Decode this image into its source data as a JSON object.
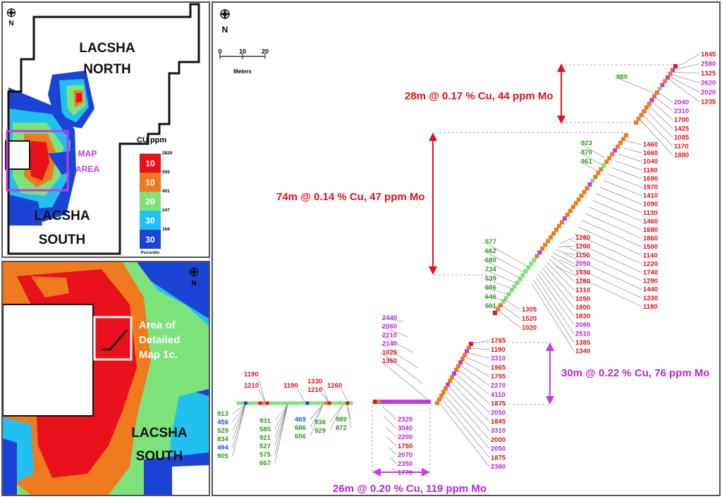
{
  "colors": {
    "red": "#e8101a",
    "orange": "#f07a1e",
    "green": "#7ee27a",
    "lightblue": "#20c0f0",
    "blue": "#1b44d6",
    "purple": "#c838e6",
    "label_red": "#e0101a",
    "label_purple": "#b428d8",
    "label_green": "#2e9a1e",
    "label_blue": "#1a5ad8"
  },
  "north_label": "N",
  "panel_a": {
    "north_label": "LACSHA NORTH",
    "north_line1": "LACSHA",
    "north_line2": "NORTH",
    "south_line1": "LACSHA",
    "south_line2": "SOUTH",
    "map_area_line1": "MAP",
    "map_area_line2": "AREA",
    "legend": {
      "title": "CU ppm",
      "items": [
        {
          "percentile": "10",
          "color": "red",
          "max": "2820",
          "min": "555"
        },
        {
          "percentile": "10",
          "color": "orange",
          "max": "555",
          "min": "401"
        },
        {
          "percentile": "20",
          "color": "green",
          "max": "401",
          "min": "247"
        },
        {
          "percentile": "30",
          "color": "lightblue",
          "max": "247",
          "min": "166"
        },
        {
          "percentile": "30",
          "color": "blue",
          "max": "166",
          "min": ""
        }
      ],
      "thresholds": [
        "2820",
        "555",
        "401",
        "247",
        "166"
      ],
      "footer": "Percentile"
    }
  },
  "panel_b": {
    "detail_line1": "Area of",
    "detail_line2": "Detailed",
    "detail_line3": "Map 1c.",
    "south_line1": "LACSHA",
    "south_line2": "SOUTH"
  },
  "panel_c": {
    "scale": {
      "ticks": [
        "0",
        "10",
        "20"
      ],
      "unit": "Meters"
    },
    "intervals": [
      {
        "text": "28m @ 0.17 % Cu, 44 ppm Mo",
        "color": "label_red"
      },
      {
        "text": "74m @ 0.14 % Cu, 47 ppm Mo",
        "color": "label_red"
      },
      {
        "text": "30m @ 0.22 % Cu, 76 ppm Mo",
        "color": "label_purple"
      },
      {
        "text": "26m @ 0.20 % Cu, 119 ppm Mo",
        "color": "label_purple"
      }
    ],
    "samples": [
      {
        "group": "seg1",
        "values": [
          {
            "v": "1845",
            "c": "red"
          },
          {
            "v": "2580",
            "c": "purple"
          },
          {
            "v": "1325",
            "c": "red"
          },
          {
            "v": "2620",
            "c": "purple"
          },
          {
            "v": "2020",
            "c": "purple"
          },
          {
            "v": "1235",
            "c": "red"
          }
        ]
      },
      {
        "group": "seg1b",
        "values": [
          {
            "v": "2040",
            "c": "purple"
          },
          {
            "v": "2310",
            "c": "purple"
          },
          {
            "v": "1700",
            "c": "red"
          },
          {
            "v": "1425",
            "c": "red"
          },
          {
            "v": "1085",
            "c": "red"
          },
          {
            "v": "1170",
            "c": "red"
          },
          {
            "v": "1880",
            "c": "red"
          }
        ]
      },
      {
        "group": "seg1left",
        "values": [
          {
            "v": "989",
            "c": "green"
          }
        ]
      },
      {
        "group": "seg2right",
        "values": [
          {
            "v": "1460",
            "c": "red"
          },
          {
            "v": "1660",
            "c": "red"
          },
          {
            "v": "1040",
            "c": "red"
          },
          {
            "v": "1180",
            "c": "red"
          },
          {
            "v": "1690",
            "c": "red"
          },
          {
            "v": "1970",
            "c": "red"
          },
          {
            "v": "1410",
            "c": "red"
          },
          {
            "v": "1090",
            "c": "red"
          },
          {
            "v": "1130",
            "c": "red"
          },
          {
            "v": "1460",
            "c": "red"
          },
          {
            "v": "1680",
            "c": "red"
          },
          {
            "v": "1860",
            "c": "red"
          },
          {
            "v": "1500",
            "c": "red"
          },
          {
            "v": "1140",
            "c": "red"
          },
          {
            "v": "1220",
            "c": "red"
          },
          {
            "v": "1740",
            "c": "red"
          },
          {
            "v": "1290",
            "c": "red"
          },
          {
            "v": "1440",
            "c": "red"
          },
          {
            "v": "1330",
            "c": "red"
          },
          {
            "v": "1180",
            "c": "red"
          }
        ]
      },
      {
        "group": "seg2left",
        "values": [
          {
            "v": "923",
            "c": "green"
          },
          {
            "v": "870",
            "c": "green"
          },
          {
            "v": "961",
            "c": "green"
          }
        ]
      },
      {
        "group": "seg2mid",
        "values": [
          {
            "v": "1280",
            "c": "red"
          },
          {
            "v": "1200",
            "c": "red"
          },
          {
            "v": "1150",
            "c": "red"
          },
          {
            "v": "2050",
            "c": "purple"
          },
          {
            "v": "1930",
            "c": "red"
          },
          {
            "v": "1260",
            "c": "red"
          },
          {
            "v": "1310",
            "c": "red"
          },
          {
            "v": "1050",
            "c": "red"
          },
          {
            "v": "1800",
            "c": "red"
          },
          {
            "v": "1830",
            "c": "red"
          },
          {
            "v": "2080",
            "c": "purple"
          },
          {
            "v": "2510",
            "c": "purple"
          },
          {
            "v": "1385",
            "c": "red"
          },
          {
            "v": "1340",
            "c": "red"
          }
        ]
      },
      {
        "group": "seg3left",
        "values": [
          {
            "v": "577",
            "c": "green"
          },
          {
            "v": "662",
            "c": "green"
          },
          {
            "v": "680",
            "c": "green"
          },
          {
            "v": "734",
            "c": "green"
          },
          {
            "v": "539",
            "c": "green"
          },
          {
            "v": "986",
            "c": "green"
          },
          {
            "v": "646",
            "c": "green"
          },
          {
            "v": "501",
            "c": "green"
          }
        ]
      },
      {
        "group": "seg3right",
        "values": [
          {
            "v": "1305",
            "c": "red"
          },
          {
            "v": "1520",
            "c": "red"
          },
          {
            "v": "1020",
            "c": "red"
          }
        ]
      },
      {
        "group": "seg4",
        "values": [
          {
            "v": "1765",
            "c": "red"
          },
          {
            "v": "1190",
            "c": "red"
          },
          {
            "v": "3310",
            "c": "purple"
          },
          {
            "v": "1965",
            "c": "red"
          },
          {
            "v": "1755",
            "c": "red"
          },
          {
            "v": "2270",
            "c": "purple"
          },
          {
            "v": "4110",
            "c": "purple"
          },
          {
            "v": "1875",
            "c": "red"
          },
          {
            "v": "2050",
            "c": "purple"
          },
          {
            "v": "1845",
            "c": "red"
          },
          {
            "v": "3310",
            "c": "purple"
          },
          {
            "v": "2000",
            "c": "red"
          },
          {
            "v": "2050",
            "c": "purple"
          },
          {
            "v": "1875",
            "c": "red"
          },
          {
            "v": "2380",
            "c": "purple"
          }
        ]
      },
      {
        "group": "seg5top",
        "values": [
          {
            "v": "2440",
            "c": "purple"
          },
          {
            "v": "2060",
            "c": "purple"
          },
          {
            "v": "2210",
            "c": "purple"
          },
          {
            "v": "2140",
            "c": "purple"
          },
          {
            "v": "1025",
            "c": "red"
          },
          {
            "v": "1360",
            "c": "red"
          }
        ]
      },
      {
        "group": "seg5bottom",
        "values": [
          {
            "v": "2320",
            "c": "purple"
          },
          {
            "v": "3040",
            "c": "purple"
          },
          {
            "v": "2200",
            "c": "purple"
          },
          {
            "v": "1750",
            "c": "red"
          },
          {
            "v": "2070",
            "c": "purple"
          },
          {
            "v": "2350",
            "c": "purple"
          },
          {
            "v": "1770",
            "c": "purple"
          }
        ]
      },
      {
        "group": "seg6top",
        "values": [
          {
            "v": "1190",
            "c": "red"
          },
          {
            "v": "1210",
            "c": "red"
          },
          {
            "v": "1190",
            "c": "red"
          },
          {
            "v": "1330",
            "c": "red"
          },
          {
            "v": "1210",
            "c": "red"
          },
          {
            "v": "1260",
            "c": "red"
          }
        ]
      },
      {
        "group": "seg6bottom",
        "values": [
          {
            "v": "913",
            "c": "green"
          },
          {
            "v": "456",
            "c": "blue"
          },
          {
            "v": "529",
            "c": "green"
          },
          {
            "v": "834",
            "c": "green"
          },
          {
            "v": "494",
            "c": "blue"
          },
          {
            "v": "905",
            "c": "green"
          },
          {
            "v": "931",
            "c": "green"
          },
          {
            "v": "585",
            "c": "green"
          },
          {
            "v": "921",
            "c": "green"
          },
          {
            "v": "527",
            "c": "green"
          },
          {
            "v": "575",
            "c": "green"
          },
          {
            "v": "667",
            "c": "green"
          },
          {
            "v": "469",
            "c": "blue"
          },
          {
            "v": "686",
            "c": "green"
          },
          {
            "v": "656",
            "c": "green"
          },
          {
            "v": "938",
            "c": "green"
          },
          {
            "v": "929",
            "c": "green"
          },
          {
            "v": "989",
            "c": "green"
          },
          {
            "v": "872",
            "c": "green"
          }
        ]
      }
    ]
  }
}
